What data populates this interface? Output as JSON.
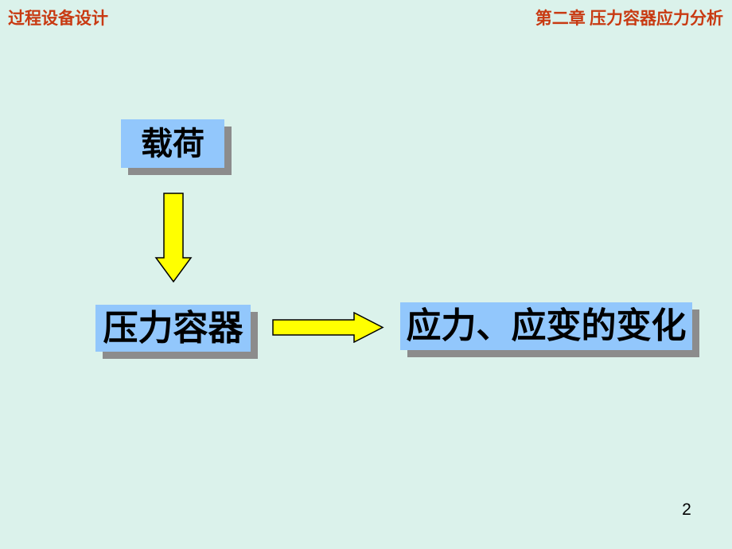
{
  "header": {
    "left": "过程设备设计",
    "right": "第二章 压力容器应力分析"
  },
  "diagram": {
    "nodes": [
      {
        "id": "load",
        "label": "载荷"
      },
      {
        "id": "pressure-vessel",
        "label": "压力容器"
      },
      {
        "id": "stress-strain-change",
        "label": "应力、应变的变化"
      }
    ],
    "edges": [
      {
        "from": "load",
        "to": "pressure-vessel",
        "icon": "arrow-down-icon"
      },
      {
        "from": "pressure-vessel",
        "to": "stress-strain-change",
        "icon": "arrow-right-icon"
      }
    ]
  },
  "footer": {
    "page_number": "2"
  },
  "colors": {
    "background": "#DBF2EB",
    "header_text": "#C83A12",
    "node_fill": "#92C7FC",
    "node_shadow": "#8C8C8C",
    "node_text": "#000000",
    "arrow_fill": "#FFFF00",
    "arrow_outline": "#000000"
  }
}
